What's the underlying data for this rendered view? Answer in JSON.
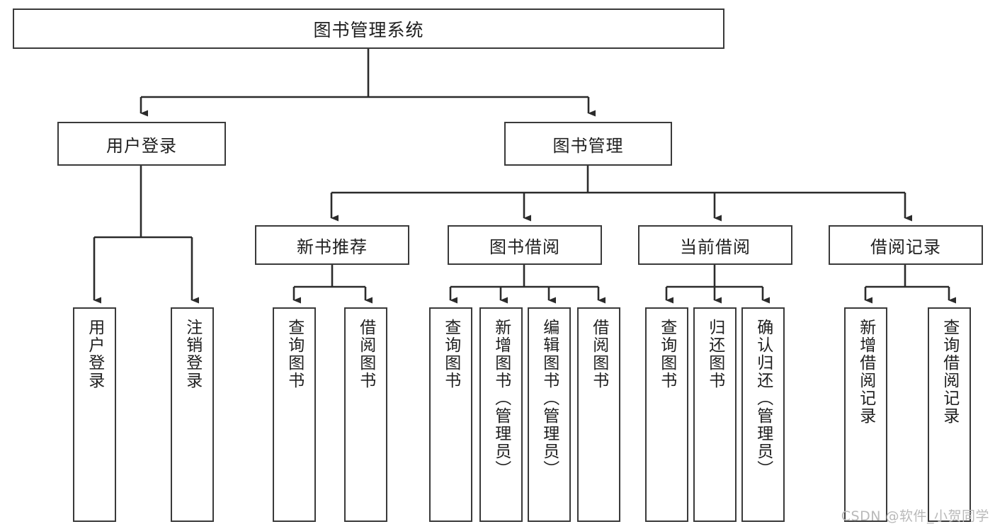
{
  "diagram": {
    "type": "tree-hierarchy",
    "title": "图书管理系统",
    "watermark": "CSDN @软件_小贺同学",
    "colors": {
      "box_border": "#3a3a3a",
      "box_fill": "#ffffff",
      "connector": "#2b2b2b",
      "text": "#1f1f1f",
      "watermark": "#b9b9b9",
      "background": "#ffffff"
    },
    "nodes": {
      "root": {
        "label": "图书管理系统",
        "level": 0
      },
      "level1": [
        {
          "id": "user-login",
          "label": "用户登录"
        },
        {
          "id": "book-manage",
          "label": "图书管理"
        }
      ],
      "level2": [
        {
          "id": "new-book-recommend",
          "label": "新书推荐",
          "parent": "book-manage"
        },
        {
          "id": "book-borrow",
          "label": "图书借阅",
          "parent": "book-manage"
        },
        {
          "id": "current-borrow",
          "label": "当前借阅",
          "parent": "book-manage"
        },
        {
          "id": "borrow-record",
          "label": "借阅记录",
          "parent": "book-manage"
        }
      ],
      "leaves": {
        "user-login": [
          {
            "id": "leaf-user-login",
            "label": "用户登录"
          },
          {
            "id": "leaf-user-logout",
            "label": "注销登录"
          }
        ],
        "new-book-recommend": [
          {
            "id": "leaf-query-book-1",
            "label": "查询图书"
          },
          {
            "id": "leaf-borrow-book-1",
            "label": "借阅图书"
          }
        ],
        "book-borrow": [
          {
            "id": "leaf-query-book-2",
            "label": "查询图书"
          },
          {
            "id": "leaf-add-book",
            "label": "新增图书（管理员）"
          },
          {
            "id": "leaf-edit-book",
            "label": "编辑图书（管理员）"
          },
          {
            "id": "leaf-borrow-book-2",
            "label": "借阅图书"
          }
        ],
        "current-borrow": [
          {
            "id": "leaf-query-book-3",
            "label": "查询图书"
          },
          {
            "id": "leaf-return-book",
            "label": "归还图书"
          },
          {
            "id": "leaf-confirm-return",
            "label": "确认归还（管理员）"
          }
        ],
        "borrow-record": [
          {
            "id": "leaf-add-record",
            "label": "新增借阅记录"
          },
          {
            "id": "leaf-query-record",
            "label": "查询借阅记录"
          }
        ]
      }
    }
  }
}
